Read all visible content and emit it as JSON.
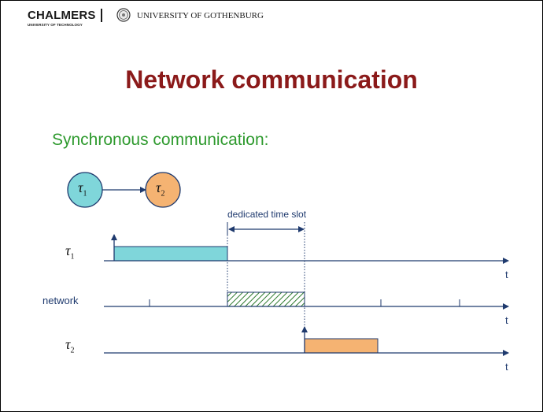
{
  "header": {
    "chalmers": "CHALMERS",
    "chalmers_sub": "UNIVERSITY OF TECHNOLOGY",
    "gothenburg": "UNIVERSITY OF GOTHENBURG"
  },
  "slide": {
    "title": "Network communication",
    "subtitle": "Synchronous communication:"
  },
  "diagram": {
    "node1": {
      "name": "τ",
      "sub": "1"
    },
    "node2": {
      "name": "τ",
      "sub": "2"
    },
    "slot_label": "dedicated time slot",
    "rows": [
      {
        "name": "τ",
        "sub": "1",
        "axis_label": "t"
      },
      {
        "name": "network",
        "axis_label": "t"
      },
      {
        "name": "τ",
        "sub": "2",
        "axis_label": "t"
      }
    ]
  },
  "colors": {
    "title": "#8b1a1a",
    "subtitle": "#2e9a2e",
    "task1": "#7fd6da",
    "task2": "#f5b372",
    "axis": "#1f3a6e",
    "hatch": "#2e7a2e"
  }
}
